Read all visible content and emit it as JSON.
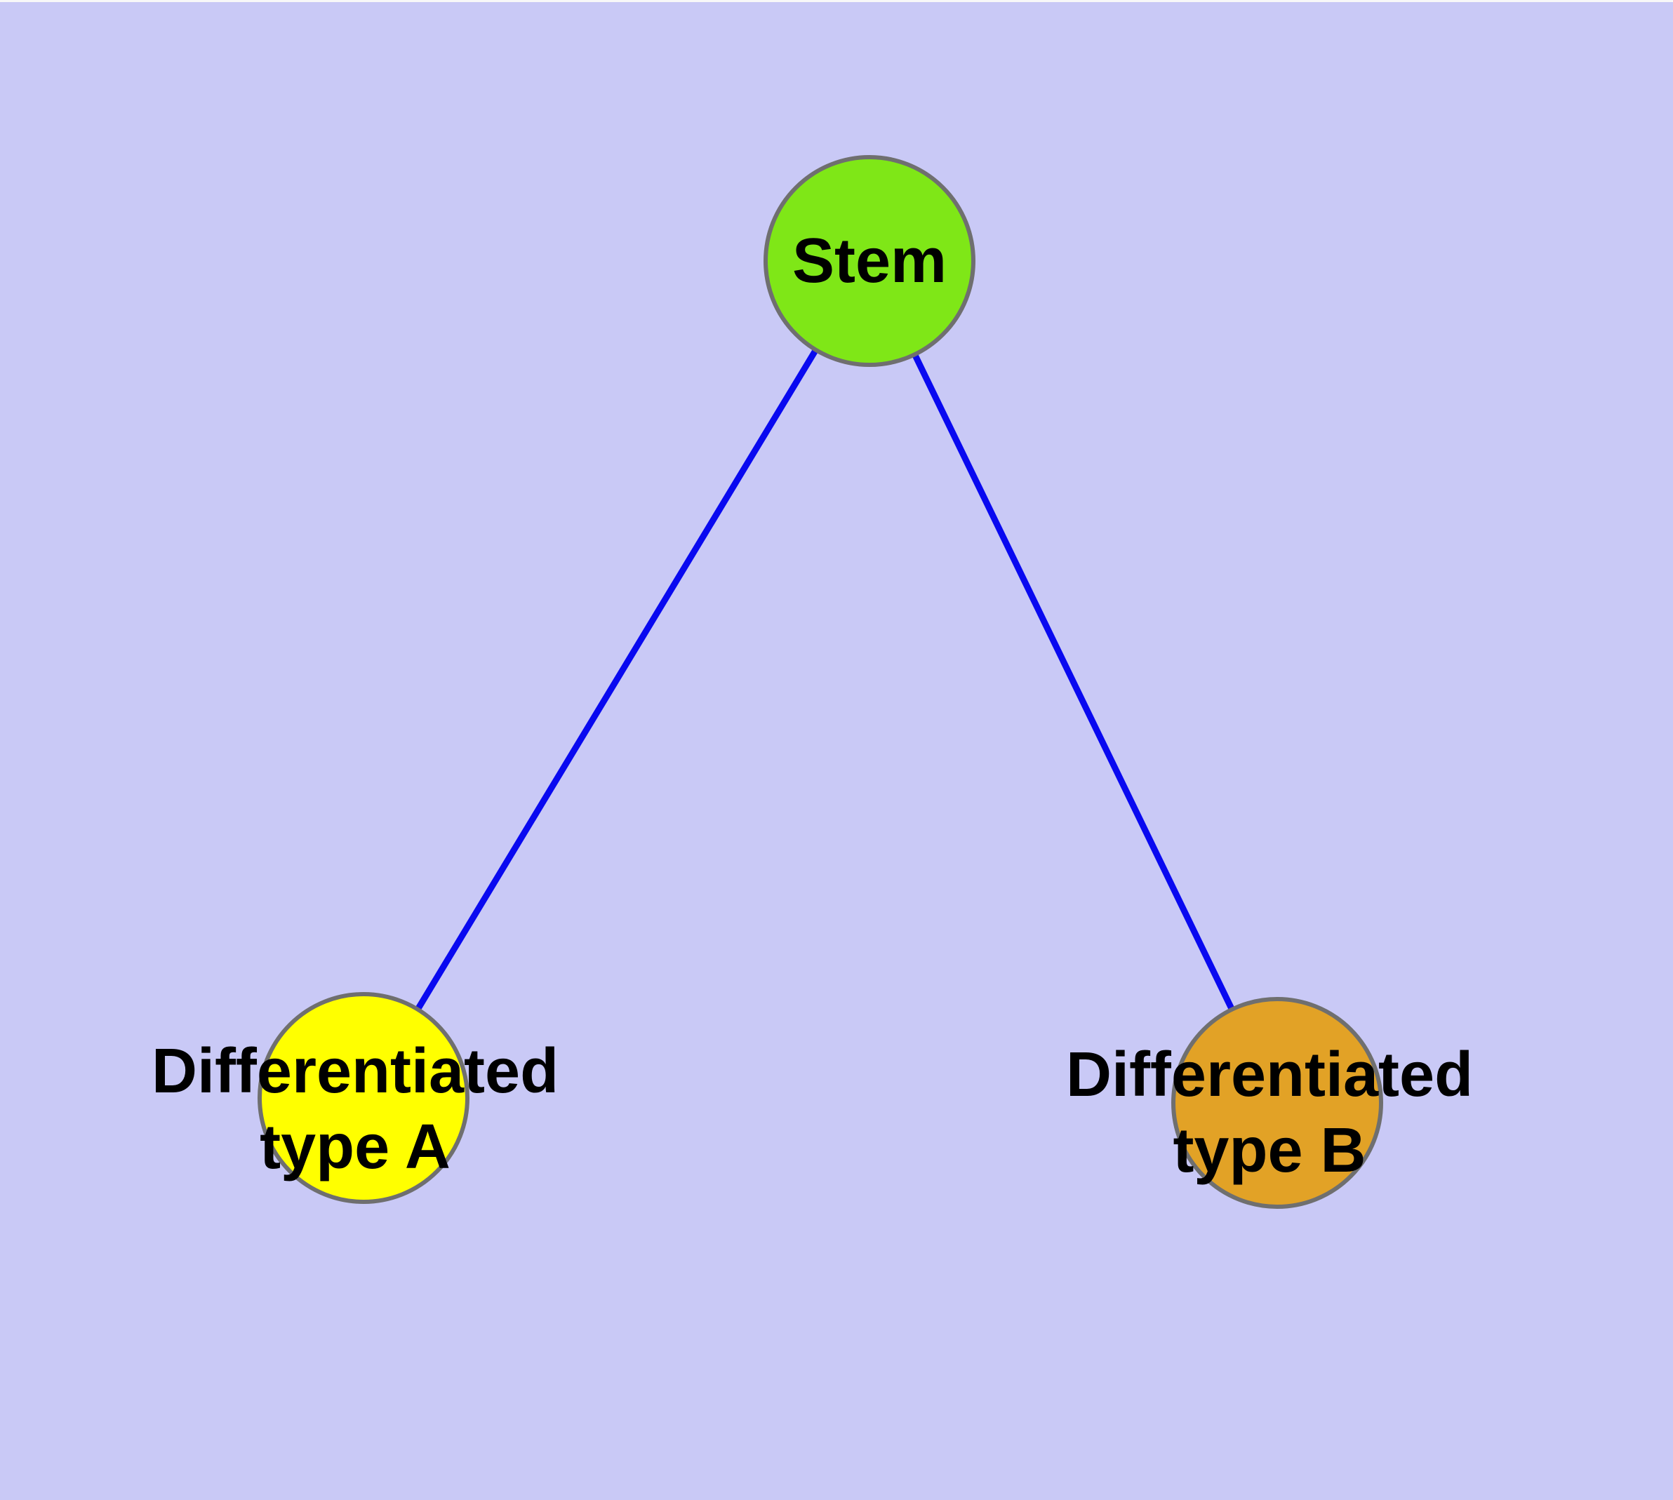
{
  "canvas": {
    "background_color": "#c9c9f6",
    "top_strip_color": "#f8f8f8",
    "label_color": "#000000"
  },
  "diagram": {
    "type": "node-link-graph",
    "title": "",
    "nodes": [
      {
        "id": "stem",
        "label": "Stem",
        "lines": [
          "Stem"
        ],
        "fill": "#7fe717",
        "stroke": "#6f6f6f"
      },
      {
        "id": "differentiated-type-a",
        "label": "Differentiated type A",
        "lines": [
          "Differentiated",
          "type A"
        ],
        "fill": "#ffff00",
        "stroke": "#6f6f6f"
      },
      {
        "id": "differentiated-type-b",
        "label": "Differentiated type B",
        "lines": [
          "Differentiated",
          "type B"
        ],
        "fill": "#e2a226",
        "stroke": "#6f6f6f"
      }
    ],
    "edges": [
      {
        "from": "Stem",
        "to": "Differentiated type A",
        "color": "#0909f0",
        "stroke_width": 9
      },
      {
        "from": "Stem",
        "to": "Differentiated type B",
        "color": "#0909f0",
        "stroke_width": 9
      }
    ]
  }
}
